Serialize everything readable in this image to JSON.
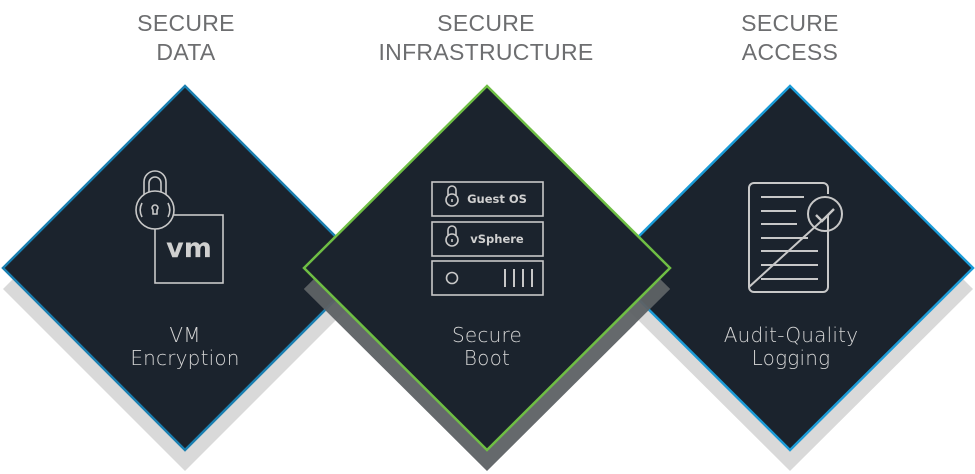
{
  "colors": {
    "diamond_fill": "#1b232d",
    "border_blue": "#1a9bd7",
    "border_green": "#6fbe44",
    "shadow": "#d9d9d9",
    "heading_text": "#6d6e70",
    "label_text": "#d5d5d5",
    "icon_stroke": "#c8c8c8"
  },
  "pillars": [
    {
      "heading": [
        "SECURE",
        "DATA"
      ],
      "label": [
        "VM",
        "Encryption"
      ],
      "icon": "lock-vm-icon",
      "icon_text": "vm",
      "border": "blue"
    },
    {
      "heading": [
        "SECURE",
        "INFRASTRUCTURE"
      ],
      "label": [
        "Secure",
        "Boot"
      ],
      "icon": "server-stack-icon",
      "icon_rows": [
        "Guest OS",
        "vSphere"
      ],
      "border": "green"
    },
    {
      "heading": [
        "SECURE",
        "ACCESS"
      ],
      "label": [
        "Audit-Quality",
        "Logging"
      ],
      "icon": "document-check-icon",
      "border": "blue"
    }
  ]
}
